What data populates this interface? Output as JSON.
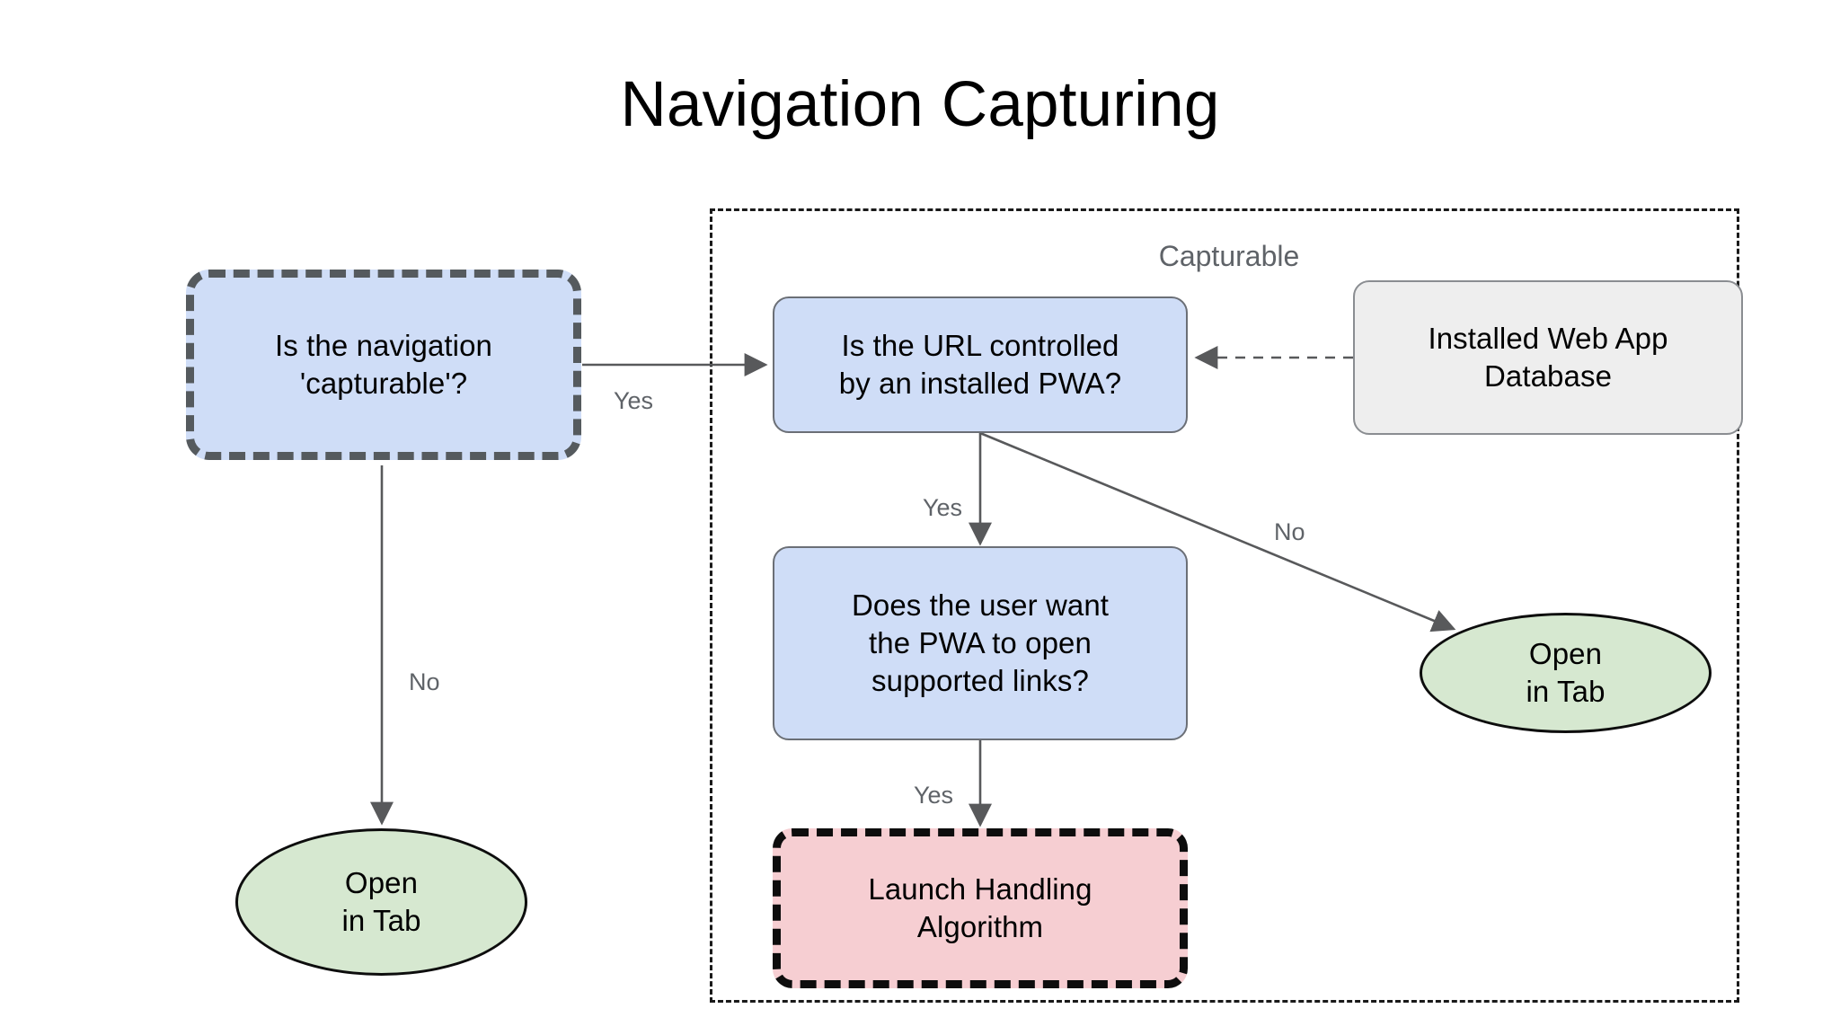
{
  "title": "Navigation Capturing",
  "colors": {
    "node_blue_fill": "#cfddf7",
    "node_blue_border": "#6b6f76",
    "node_blue_dashed_border": "#555a5e",
    "node_gray_fill": "#eeeeee",
    "node_gray_border": "#8a8d91",
    "node_pink_fill": "#f6ced2",
    "node_pink_dashed_border": "#0d0d0d",
    "node_green_fill": "#d6e8d0",
    "node_green_border": "#0d0d0d",
    "edge_stroke": "#58595b",
    "label_text": "#5f6368",
    "group_border": "#1a1a1a",
    "title_text": "#000000"
  },
  "group": {
    "label": "Capturable"
  },
  "nodes": {
    "is_navigation_capturable": {
      "text": "Is the navigation\n'capturable'?",
      "shape": "rounded-rect",
      "style": "blue-dashed"
    },
    "is_url_controlled": {
      "text": "Is the URL controlled\nby an installed PWA?",
      "shape": "rounded-rect",
      "style": "blue"
    },
    "installed_web_app_database": {
      "text": "Installed Web App\nDatabase",
      "shape": "rounded-rect",
      "style": "gray"
    },
    "does_user_want_pwa": {
      "text": "Does the user want\nthe PWA to open\nsupported links?",
      "shape": "rounded-rect",
      "style": "blue"
    },
    "launch_handling_algorithm": {
      "text": "Launch Handling\nAlgorithm",
      "shape": "rounded-rect",
      "style": "pink-dashed"
    },
    "open_in_tab_left": {
      "text": "Open\nin Tab",
      "shape": "ellipse",
      "style": "green"
    },
    "open_in_tab_right": {
      "text": "Open\nin Tab",
      "shape": "ellipse",
      "style": "green"
    }
  },
  "edges": {
    "capturable_yes": "Yes",
    "capturable_no": "No",
    "url_controlled_yes": "Yes",
    "url_controlled_no": "No",
    "user_want_yes": "Yes"
  }
}
